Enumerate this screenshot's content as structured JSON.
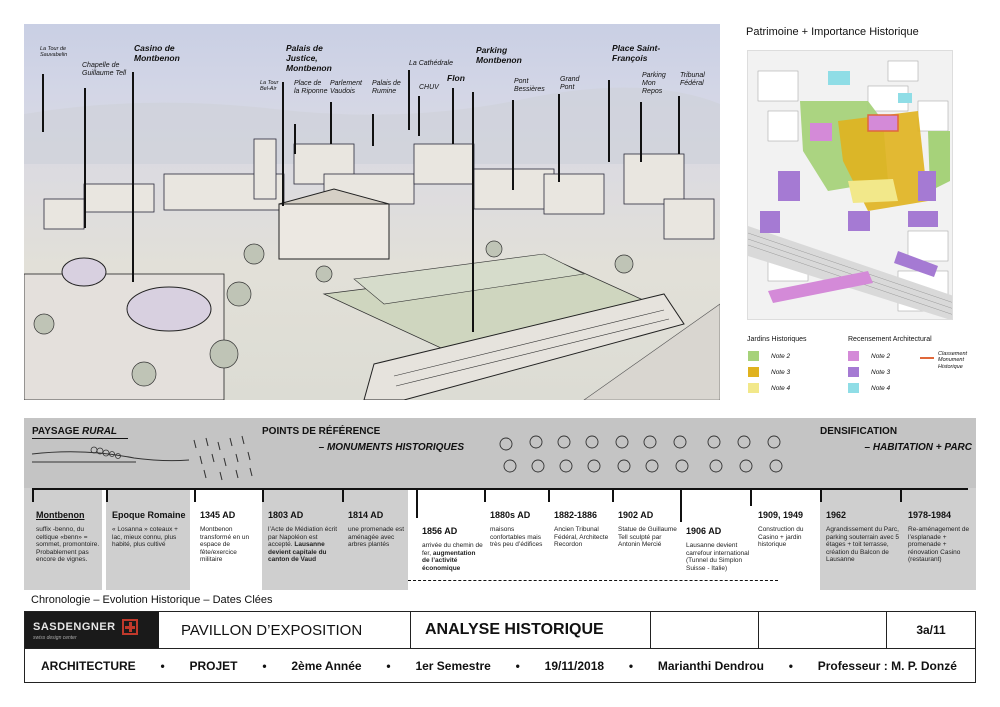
{
  "sketch": {
    "labels": [
      {
        "text": "La Tour de Sauvabelin",
        "style": "tiny"
      },
      {
        "text": "Chapelle de Guillaume Tell",
        "style": ""
      },
      {
        "text": "Casino de Montbenon",
        "style": "big"
      },
      {
        "text": "La Tour Bel-Air",
        "style": "tiny"
      },
      {
        "text": "Palais de Justice, Montbenon",
        "style": "big"
      },
      {
        "text": "Place de la Riponne",
        "style": ""
      },
      {
        "text": "Parlement Vaudois",
        "style": ""
      },
      {
        "text": "Palais de Rumine",
        "style": ""
      },
      {
        "text": "La Cathédrale",
        "style": ""
      },
      {
        "text": "CHUV",
        "style": ""
      },
      {
        "text": "Flon",
        "style": "big"
      },
      {
        "text": "Parking Montbenon",
        "style": "big"
      },
      {
        "text": "Pont Bessières",
        "style": ""
      },
      {
        "text": "Grand Pont",
        "style": ""
      },
      {
        "text": "Place Saint-François",
        "style": "big"
      },
      {
        "text": "Parking Mon Repos",
        "style": ""
      },
      {
        "text": "Tribunal Fédéral",
        "style": ""
      }
    ]
  },
  "map": {
    "title": "Patrimoine + Importance Historique",
    "legend_gardens_title": "Jardins Historiques",
    "legend_census_title": "Recensement Architectural",
    "gardens": [
      {
        "label": "Note 2",
        "color": "#a6d27a"
      },
      {
        "label": "Note 3",
        "color": "#e0b21e"
      },
      {
        "label": "Note 4",
        "color": "#f2e88a"
      }
    ],
    "census": [
      {
        "label": "Note 2",
        "color": "#d48ad8"
      },
      {
        "label": "Note 3",
        "color": "#a57ad3"
      },
      {
        "label": "Note 4",
        "color": "#8fdde6"
      }
    ],
    "monument_label": "Classement Monument Historique",
    "monument_color": "#e0683a"
  },
  "timeline": {
    "headers": {
      "rural_a": "PAYSAGE ",
      "rural_b": "RURAL",
      "reference": "POINTS DE RÉFÉRENCE",
      "reference_sub": "– MONUMENTS HISTORIQUES",
      "densification": "DENSIFICATION",
      "densification_sub": "– HABITATION + PARC"
    },
    "events": [
      {
        "year": "Montbenon",
        "underline": true,
        "text": "suffix -benno, du celtique «benn» = sommet, promontoire. Probablement pas encore de vignes."
      },
      {
        "year": "Epoque Romaine",
        "underline": false,
        "text": "« Losanna » coteaux + lac, mieux connu, plus habité, plus cultivé"
      },
      {
        "year": "1345 AD",
        "underline": false,
        "text": "Montbenon transformé en un espace de fête/exercice militaire"
      },
      {
        "year": "1803 AD",
        "underline": false,
        "text": "l’Acte de Médiation écrit par Napoléon est accepté.",
        "bold": "Lausanne devient capitale du canton de Vaud"
      },
      {
        "year": "1814 AD",
        "underline": false,
        "text": "une promenade est aménagée avec arbres plantés"
      },
      {
        "year": "1856 AD",
        "underline": false,
        "text": "arrivée du chemin de fer,",
        "bold": "augmentation de l’activité économique"
      },
      {
        "year": "1880s AD",
        "underline": false,
        "text": "maisons confortables mais très peu d’édifices"
      },
      {
        "year": "1882-1886",
        "underline": false,
        "text": "Ancien Tribunal Fédéral, Architecte Recordon"
      },
      {
        "year": "1902 AD",
        "underline": false,
        "text": "Statue de Guillaume Tell sculpté par Antonin Mercié"
      },
      {
        "year": "1906 AD",
        "underline": false,
        "text": "Lausanne devient carrefour international (Tunnel du Simplon Suisse - Italie)"
      },
      {
        "year": "1909, 1949",
        "underline": false,
        "text": "Construction du Casino + jardin historique"
      },
      {
        "year": "1962",
        "underline": false,
        "text": "Agrandissement du Parc, parking souterrain avec 5 étages + toit terrasse, création du Balcon de Lausanne"
      },
      {
        "year": "1978-1984",
        "underline": false,
        "text": "Re-aménagement de l’esplanade + promenade + rénovation Casino (restaurant)"
      }
    ]
  },
  "chrono_caption": "Chronologie – Evolution Historique – Dates Clées",
  "titleblock": {
    "logo_main": "SASDENGNER",
    "logo_sub": "swiss design center",
    "pavillon": "PAVILLON D’EXPOSITION",
    "analyse": "ANALYSE HISTORIQUE",
    "page": "3a/11",
    "bottom": [
      "ARCHITECTURE",
      "PROJET",
      "2ème Année",
      "1er Semestre",
      "19/11/2018",
      "Marianthi Dendrou",
      "Professeur : M. P. Donzé"
    ]
  }
}
